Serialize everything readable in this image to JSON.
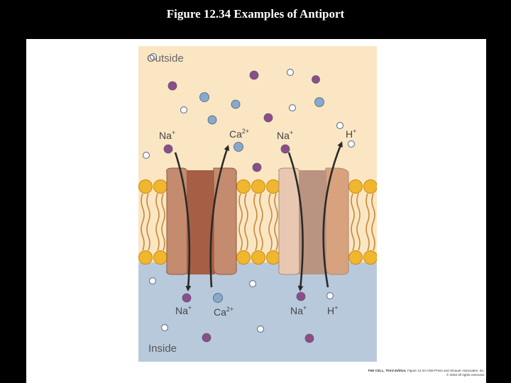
{
  "slide": {
    "title": "Figure 12.34  Examples of Antiport"
  },
  "figure": {
    "region_outside": "Outside",
    "region_inside": "Inside",
    "outside_labels": {
      "na_left": "Na",
      "ca": "Ca",
      "na_right": "Na",
      "h": "H"
    },
    "inside_labels": {
      "na_left": "Na",
      "ca": "Ca",
      "na_right": "Na",
      "h": "H"
    },
    "superscripts": {
      "na": "+",
      "ca": "2+",
      "h": "+"
    },
    "colors": {
      "outside_bg": "#fbe6c4",
      "inside_bg": "#b9c9dc",
      "lipid_head": "#f0b62e",
      "tail": "#c88a3a",
      "sodium": "#8e4c88",
      "calcium": "#86a9cd",
      "proton": "#ffffff",
      "exchanger_left": "#c48b6e",
      "exchanger_right": "#e8c8b2"
    }
  },
  "credit": {
    "line1_book": "THE CELL, Third Edition,",
    "line1_rest": " Figure 12.34  ASM Press and Sinauer Associates, Inc.",
    "line2": "© 2003 All rights reserved."
  }
}
